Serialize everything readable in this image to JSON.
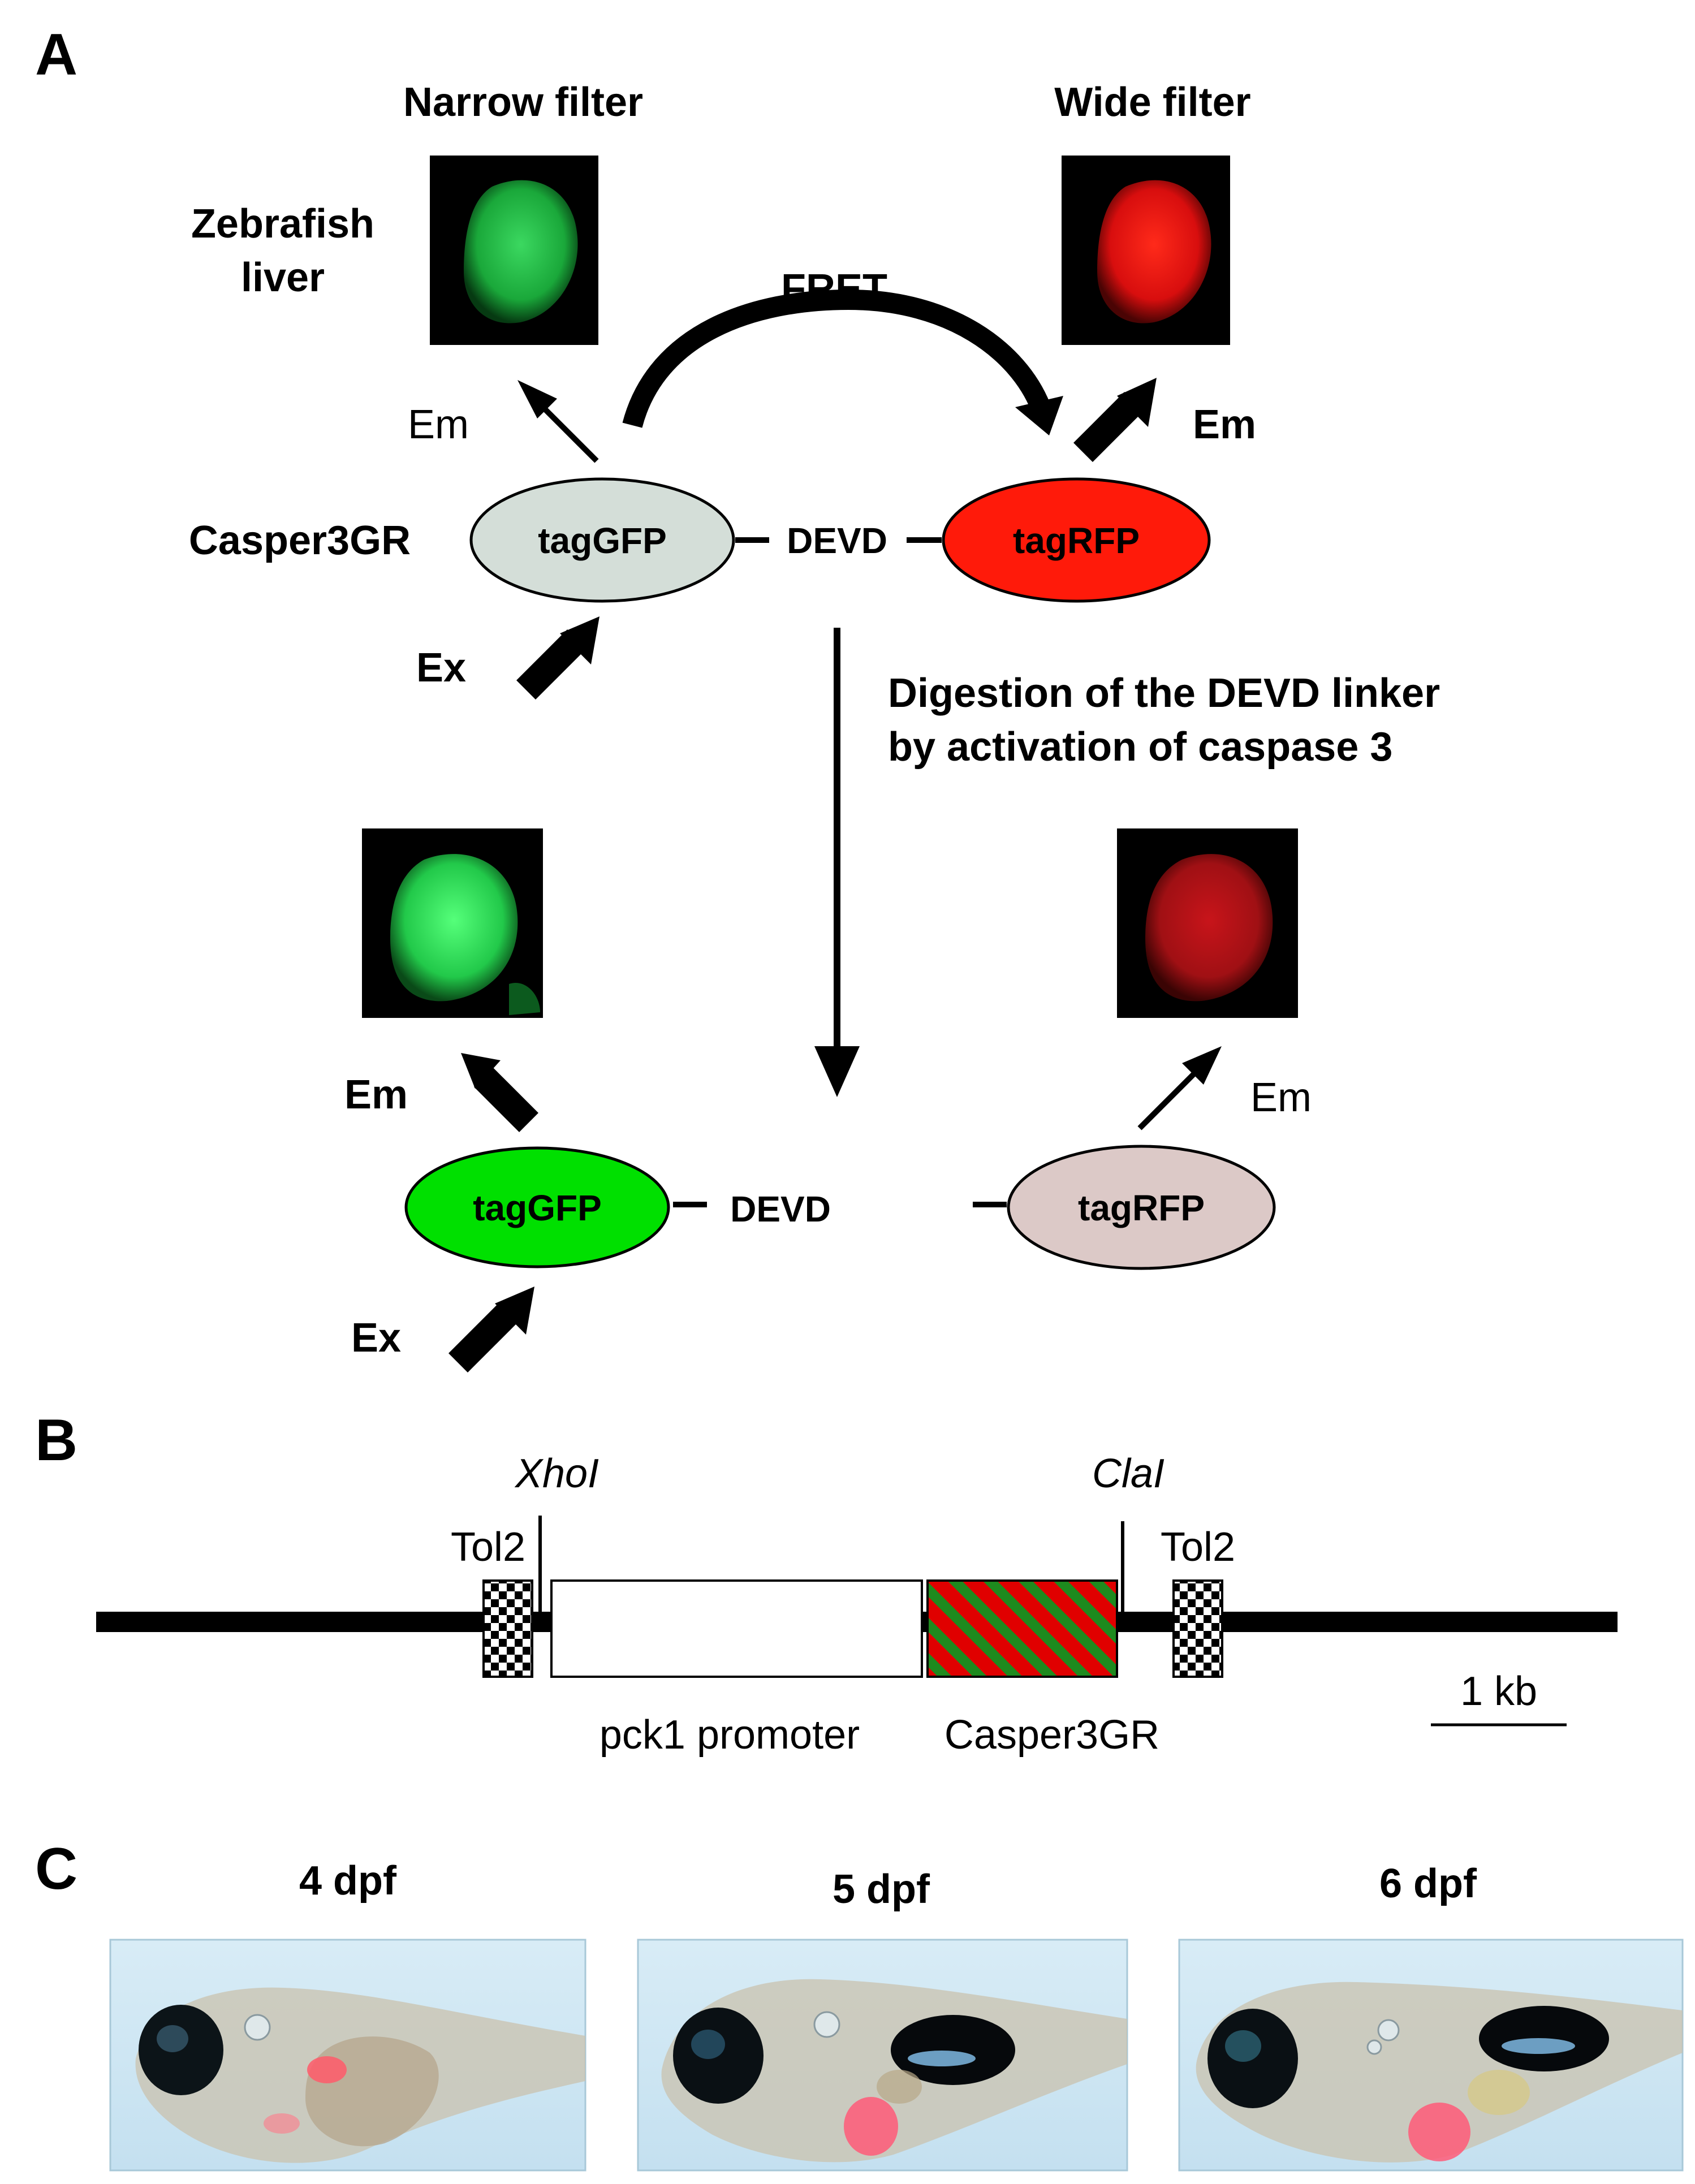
{
  "panel_a": {
    "letter": "A",
    "narrow_filter_title": "Narrow filter",
    "wide_filter_title": "Wide filter",
    "tissue_label_line1": "Zebrafish",
    "tissue_label_line2": "liver",
    "fret_label": "FRET",
    "construct_label": "Casper3GR",
    "em_label": "Em",
    "ex_label": "Ex",
    "gfp_label": "tagGFP",
    "rfp_label": "tagRFP",
    "linker_label": "DEVD",
    "cleavage_line1": "Digestion of the DEVD linker",
    "cleavage_line2": "by activation of caspase 3",
    "colors": {
      "gfp_inactive": "#d4ded8",
      "gfp_active": "#00e000",
      "rfp_active": "#ff1a0a",
      "rfp_inactive": "#dcc9c7",
      "green_image": "#1fb945",
      "red_image": "#d81010"
    }
  },
  "panel_b": {
    "letter": "B",
    "site_left": "XhoI",
    "site_right": "ClaI",
    "tol2_left": "Tol2",
    "tol2_right": "Tol2",
    "promoter_label": "pck1 promoter",
    "insert_label": "Casper3GR",
    "scale_label": "1 kb"
  },
  "panel_c": {
    "letter": "C",
    "stages": [
      "4 dpf",
      "5 dpf",
      "6 dpf"
    ]
  }
}
